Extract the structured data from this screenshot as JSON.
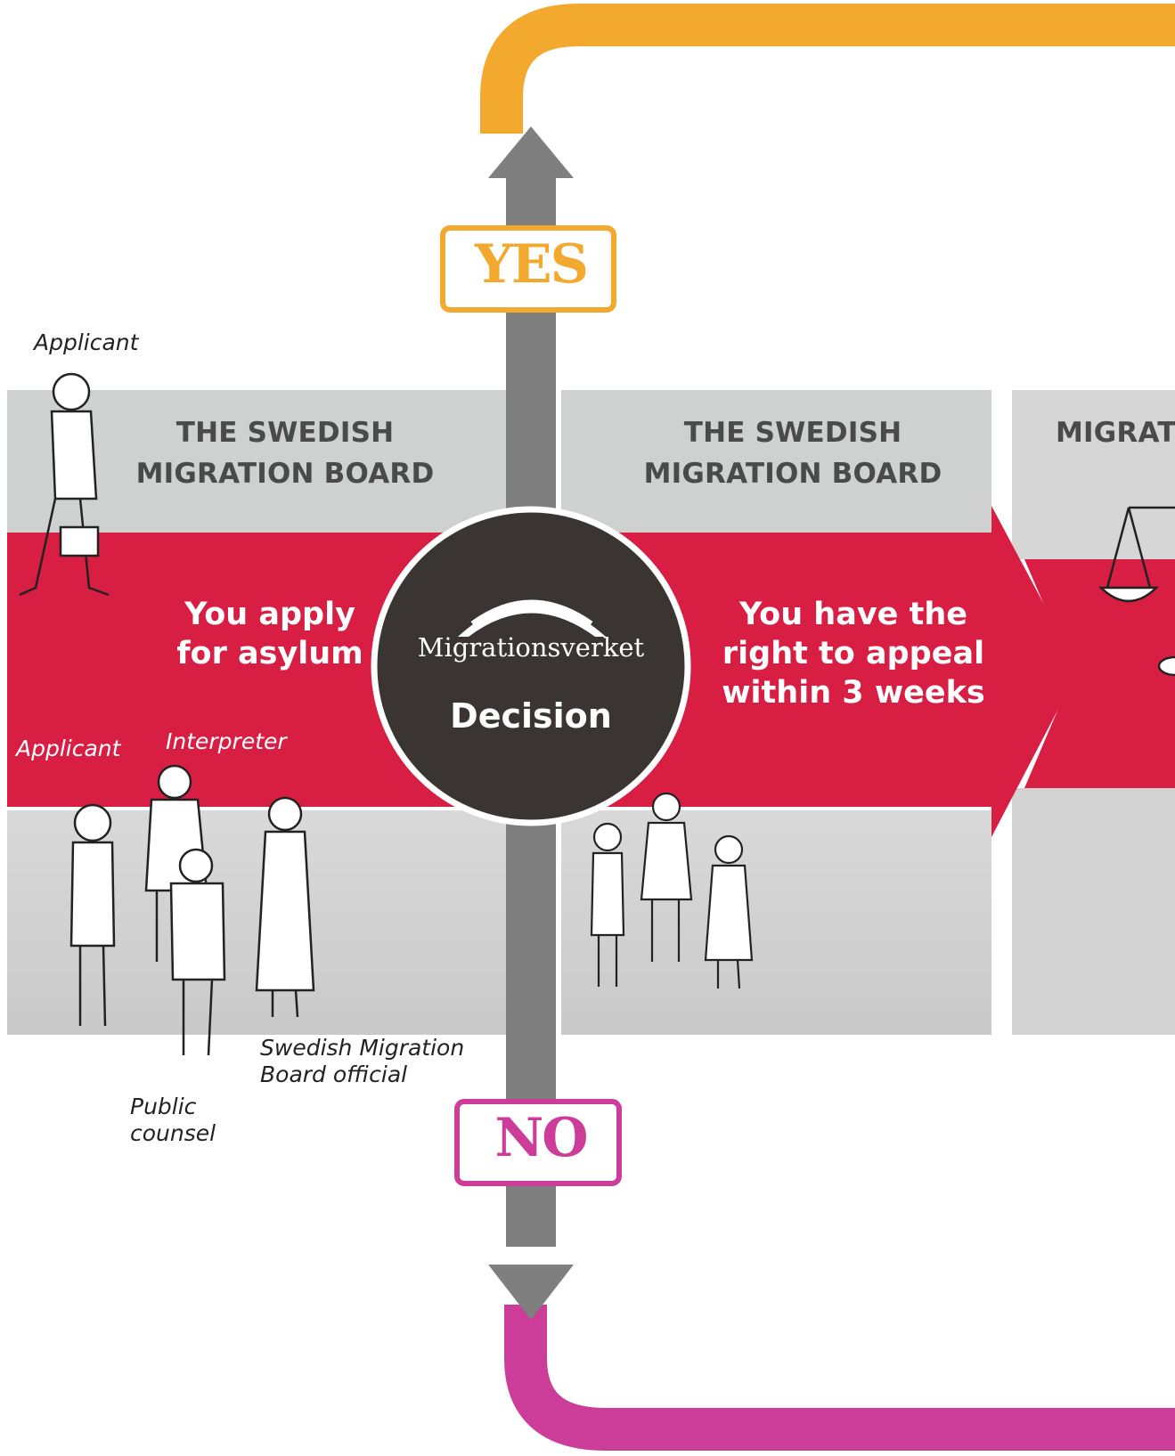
{
  "board_left": {
    "line1": "THE SWEDISH",
    "line2": "MIGRATION BOARD"
  },
  "board_mid": {
    "line1": "THE SWEDISH",
    "line2": "MIGRATION BOARD"
  },
  "board_right": {
    "label": "MIGRAT"
  },
  "step_apply": {
    "line1": "You apply",
    "line2": "for asylum"
  },
  "step_appeal": {
    "line1": "You have the",
    "line2": "right to appeal",
    "line3": "within 3 weeks"
  },
  "decision": {
    "logo_text": "Migrationsverket",
    "label": "Decision"
  },
  "badges": {
    "yes": "YES",
    "no": "NO"
  },
  "captions": {
    "applicant_top": "Applicant",
    "applicant": "Applicant",
    "interpreter": "Interpreter",
    "official_line1": "Swedish Migration",
    "official_line2": "Board official",
    "counsel_line1": "Public",
    "counsel_line2": "counsel"
  },
  "colors": {
    "red_band": "#d81e43",
    "grey_panel": "#cfd0d0",
    "yes_orange": "#f2a92e",
    "no_magenta": "#cc3d9a",
    "arrow_grey": "#7f7f7f",
    "decision_circle": "#3a3533"
  }
}
